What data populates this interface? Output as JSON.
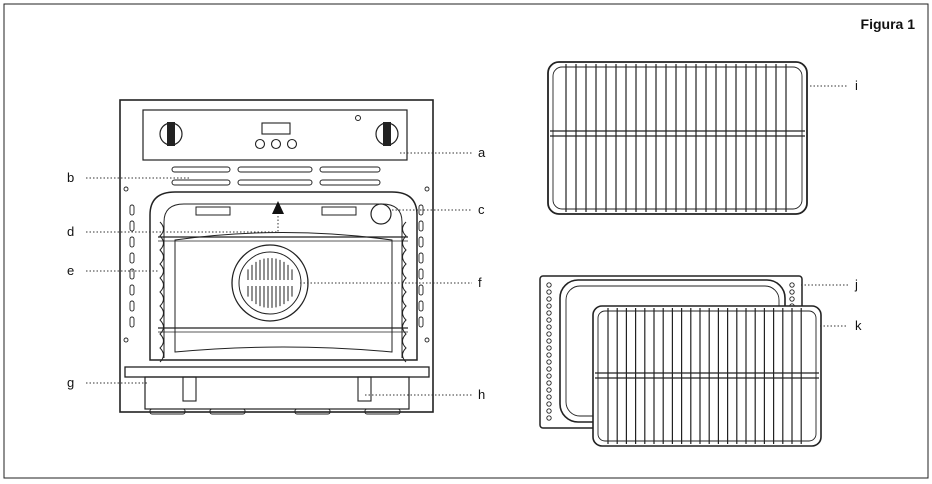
{
  "figure": {
    "title": "Figura 1"
  },
  "labels": {
    "a": "a",
    "b": "b",
    "c": "c",
    "d": "d",
    "e": "e",
    "f": "f",
    "g": "g",
    "h": "h",
    "i": "i",
    "j": "j",
    "k": "k"
  }
}
